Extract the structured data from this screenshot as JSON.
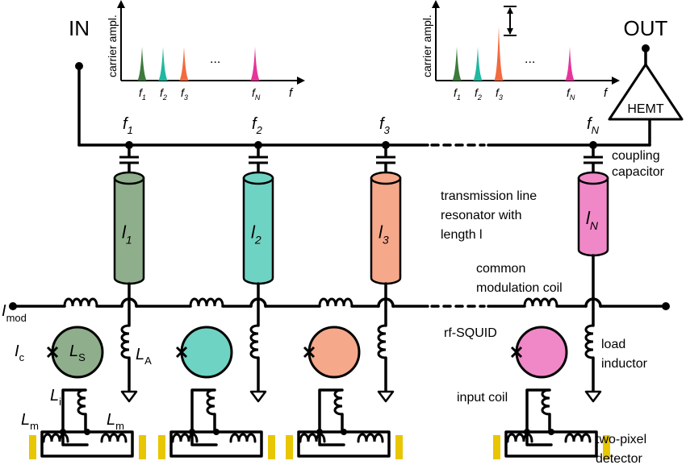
{
  "io": {
    "in_label": "IN",
    "out_label": "OUT",
    "amp_label": "HEMT"
  },
  "spectrum": {
    "ylabel": "carrier ampl.",
    "xlabel": "f",
    "ellipsis": "...",
    "peaks": [
      {
        "sym": "f",
        "sub": "1",
        "color": "#3d7a3d"
      },
      {
        "sym": "f",
        "sub": "2",
        "color": "#1fb8a0"
      },
      {
        "sym": "f",
        "sub": "3",
        "color": "#f26a3f"
      },
      {
        "sym": "f",
        "sub": "N",
        "color": "#e6349a"
      }
    ],
    "input_heights": [
      1.0,
      1.0,
      1.0,
      1.0
    ],
    "output_heights": [
      1.0,
      1.0,
      1.6,
      1.0
    ]
  },
  "channels": [
    {
      "f_sym": "f",
      "f_sub": "1",
      "l_sym": "l",
      "l_sub": "1",
      "color": "#8fae8b",
      "squid_color": "#8fae8b"
    },
    {
      "f_sym": "f",
      "f_sub": "2",
      "l_sym": "l",
      "l_sub": "2",
      "color": "#6fd3c4",
      "squid_color": "#6fd3c4"
    },
    {
      "f_sym": "f",
      "f_sub": "3",
      "l_sym": "l",
      "l_sub": "3",
      "color": "#f6a88a",
      "squid_color": "#f6a88a"
    },
    {
      "f_sym": "f",
      "f_sub": "N",
      "l_sym": "l",
      "l_sub": "N",
      "color": "#f088c8",
      "squid_color": "#f088c8"
    }
  ],
  "labels": {
    "coupling_capacitor": [
      "coupling",
      "capacitor"
    ],
    "resonator": [
      "transmission line",
      "resonator with",
      "length l"
    ],
    "modulation": [
      "common",
      "modulation coil"
    ],
    "rf_squid": "rf-SQUID",
    "load_inductor": [
      "load",
      "inductor"
    ],
    "input_coil": "input coil",
    "detector": [
      "two-pixel",
      "detector"
    ],
    "imod_sym": "I",
    "imod_sub": "mod",
    "ic_sym": "I",
    "ic_sub": "c",
    "ls_sym": "L",
    "ls_sub": "S",
    "la_sym": "L",
    "la_sub": "A",
    "li_sym": "L",
    "li_sub": "i",
    "lm_sym": "L",
    "lm_sub": "m"
  },
  "colors": {
    "detector_pad": "#e8c600"
  }
}
